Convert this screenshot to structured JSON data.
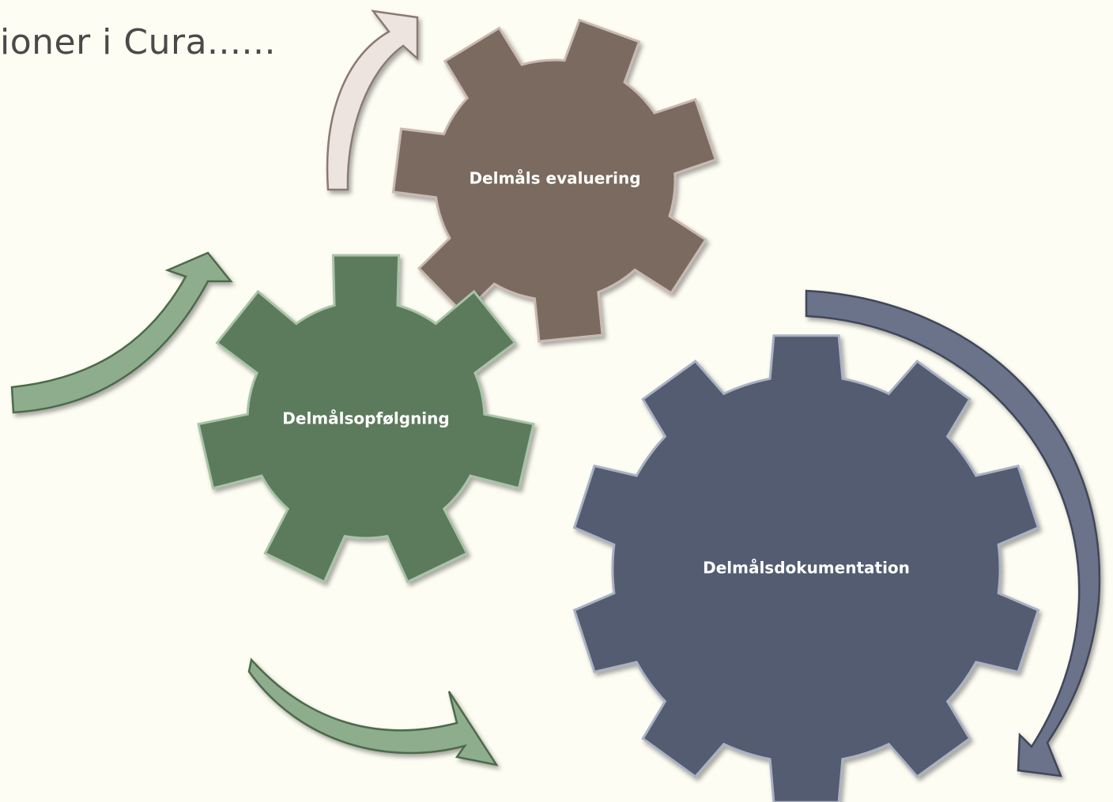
{
  "title": "ioner i Cura......",
  "gears": {
    "evaluering": {
      "label": "Delmåls  evaluering",
      "color": "#7a6a5e"
    },
    "opfolgning": {
      "label": "Delmålsopfølgning",
      "color": "#5b7a5b"
    },
    "dokumentation": {
      "label": "Delmålsdokumentation",
      "color": "#535b6f"
    }
  },
  "arrows": {
    "evaluering_color": "#ede4df",
    "opfolgning_color": "#8ead8c",
    "dokumentation_color": "#6b7389"
  }
}
